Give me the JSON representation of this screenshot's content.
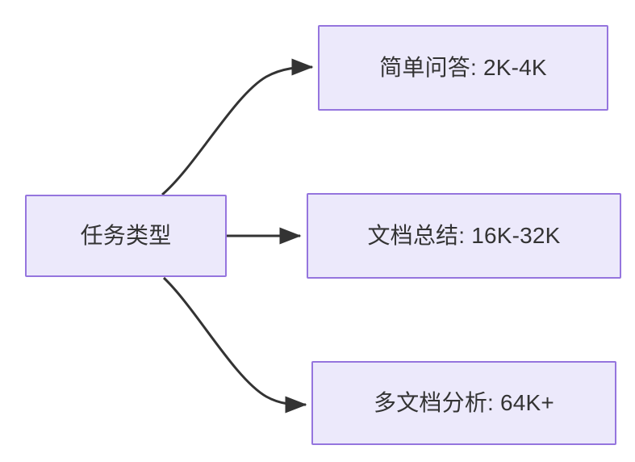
{
  "diagram": {
    "type": "flowchart",
    "direction": "left-to-right",
    "background_color": "#ffffff",
    "node_fill_color": "#ece9fb",
    "node_border_color": "#9575de",
    "node_text_color": "#333333",
    "edge_color": "#333333",
    "nodes": [
      {
        "id": "source",
        "label": "任务类型",
        "role": "root"
      },
      {
        "id": "simple-qa",
        "label": "简单问答: 2K-4K",
        "role": "leaf"
      },
      {
        "id": "doc-summary",
        "label": "文档总结: 16K-32K",
        "role": "leaf"
      },
      {
        "id": "multi-doc",
        "label": "多文档分析: 64K+",
        "role": "leaf"
      }
    ],
    "edges": [
      {
        "id": "edge-source-simple-qa",
        "from": "source",
        "to": "simple-qa",
        "label": "",
        "style": "curved-arrow"
      },
      {
        "id": "edge-source-doc-summary",
        "from": "source",
        "to": "doc-summary",
        "label": "",
        "style": "straight-arrow"
      },
      {
        "id": "edge-source-multi-doc",
        "from": "source",
        "to": "multi-doc",
        "label": "",
        "style": "curved-arrow"
      }
    ]
  }
}
